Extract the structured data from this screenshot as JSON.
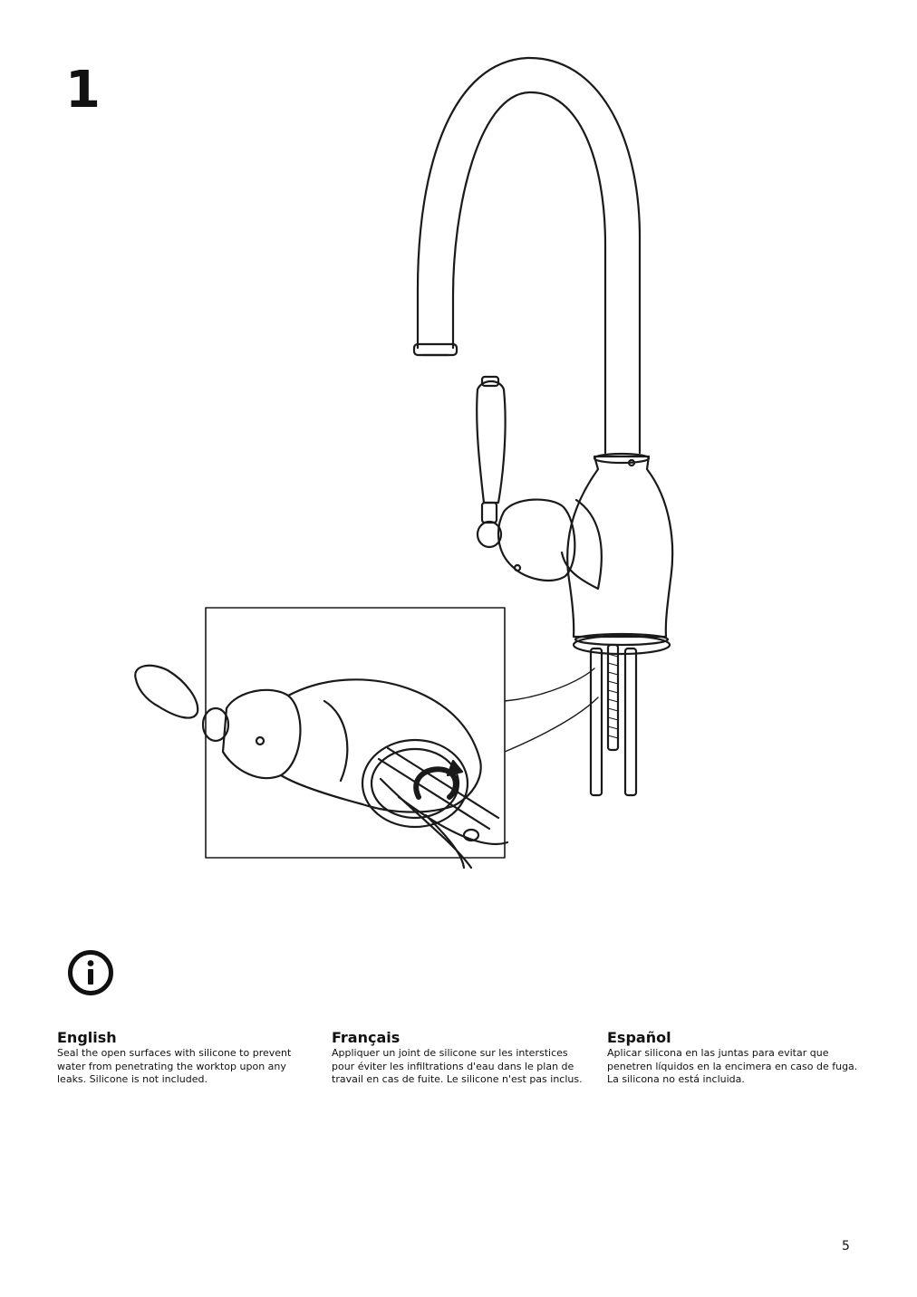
{
  "step": {
    "number": "1"
  },
  "notice": {
    "icon": "info-icon"
  },
  "instructions": [
    {
      "language": "English",
      "text": "Seal the open surfaces with silicone to prevent water from penetrating the worktop upon any leaks. Silicone is not included."
    },
    {
      "language": "Français",
      "text": "Appliquer un joint de silicone sur les interstices pour éviter les infiltrations d'eau dans le plan de travail en cas de fuite. Le silicone n'est pas inclus."
    },
    {
      "language": "Español",
      "text": "Aplicar silicona en las juntas para evitar que penetren líquidos en la encimera en caso de fuga. La silicona no está incluida."
    }
  ],
  "page": {
    "number": "5"
  }
}
